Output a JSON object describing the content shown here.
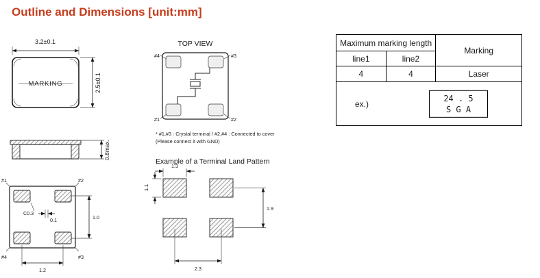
{
  "title": "Outline and Dimensions [unit:mm]",
  "colors": {
    "title": "#c63d1d"
  },
  "outline_view": {
    "marking": "MARKING",
    "dim_width": "3.2±0.1",
    "dim_height": "2.5±0.1"
  },
  "side_view": {
    "dim_thickness": "0.8max."
  },
  "bottom_view": {
    "pad1": "#1",
    "pad2": "#2",
    "pad3": "#3",
    "pad4": "#4",
    "dim_chamfer": "C0.3",
    "dim_offset": "0.1",
    "dim_pad_height": "1.0",
    "dim_pad_width": "1.2"
  },
  "top_view": {
    "label": "TOP VIEW",
    "pad_tl": "#4",
    "pad_tr": "#3",
    "pad_bl": "#1",
    "pad_br": "#2",
    "note1": "* #1,#3 : Crystal terminal / #2,#4 : Connected to cover",
    "note2": "(Please connect it with GND)"
  },
  "land_pattern": {
    "title": "Example of a Terminal Land Pattern",
    "dim_pad_width": "1.3",
    "dim_pad_height": "1.1",
    "dim_vertical_pitch": "1.9",
    "dim_horizontal_pitch": "2.3"
  },
  "marking_table": {
    "header": "Maximum marking length",
    "col_marking": "Marking",
    "line1_label": "line1",
    "line2_label": "line2",
    "line1_value": "4",
    "line2_value": "4",
    "method": "Laser",
    "example_label": "ex.)",
    "example_row1": "24 . 5",
    "example_row2": "S G A"
  }
}
